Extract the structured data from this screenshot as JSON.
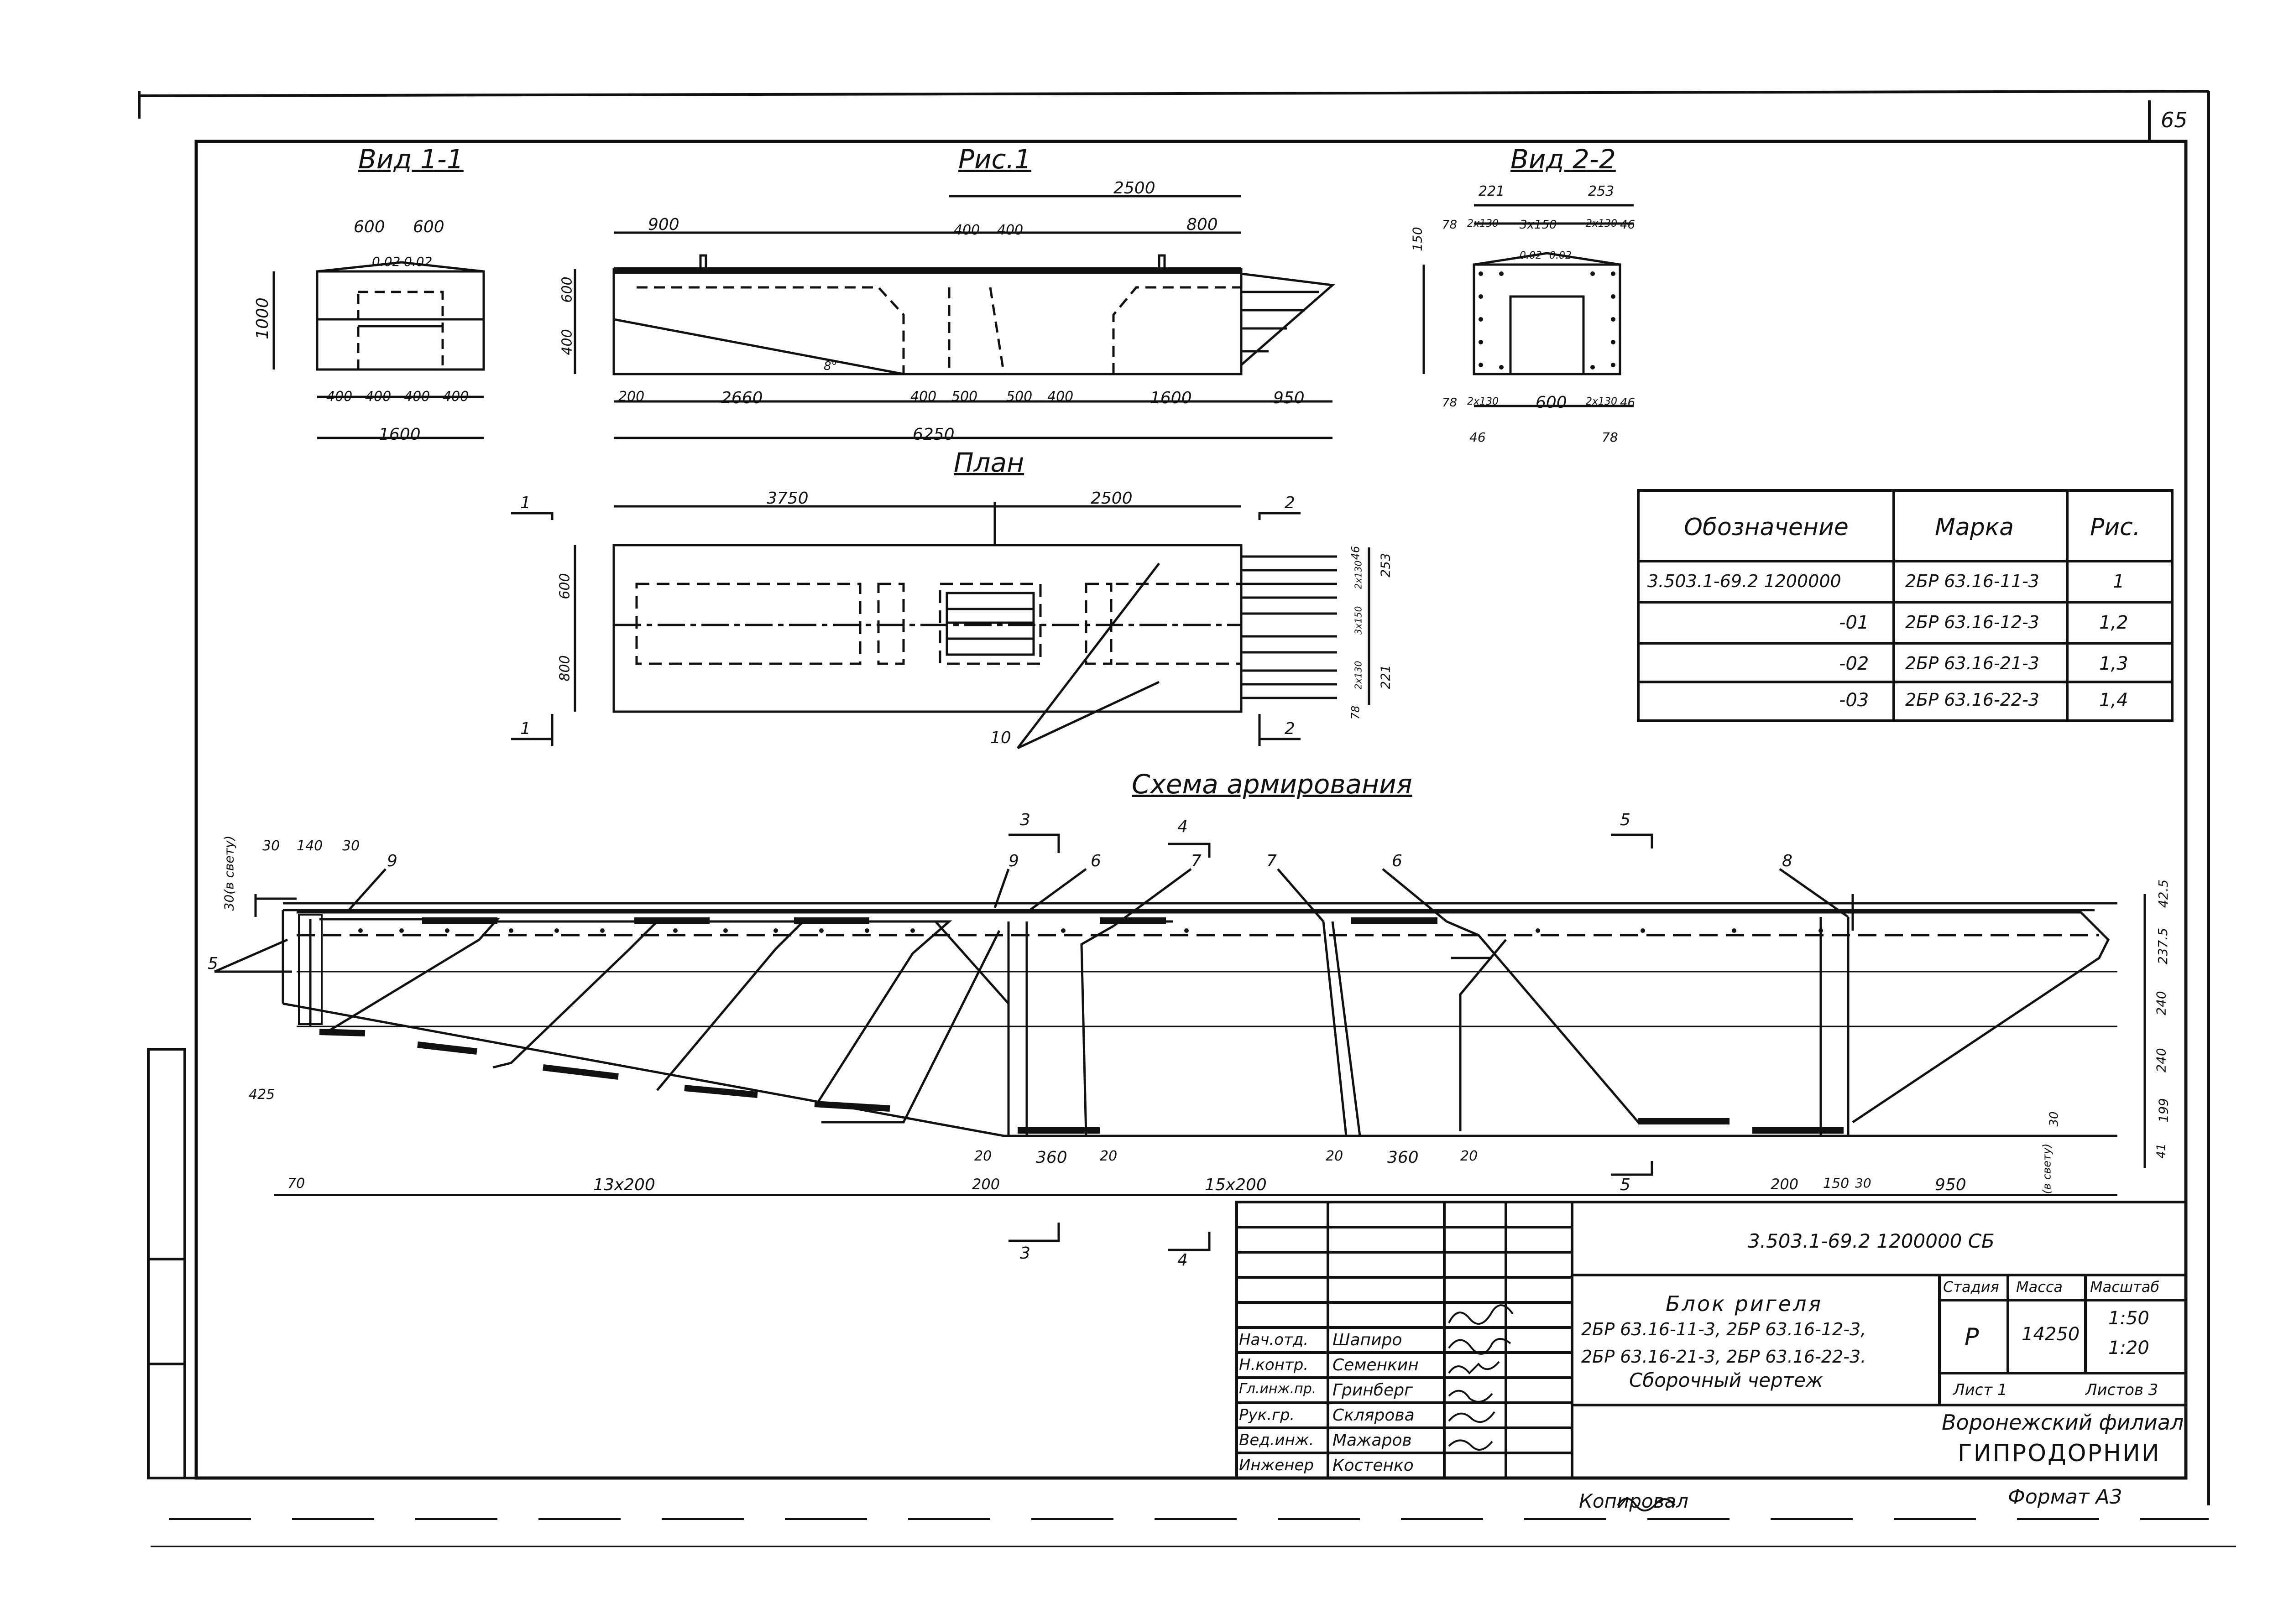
{
  "sheet_number": "65",
  "views": {
    "vid11": {
      "title": "Вид 1-1",
      "dims": {
        "top_a": "600",
        "top_b": "600",
        "s1": "0.02",
        "s2": "0.02",
        "h": "1000",
        "b1": "400",
        "b2": "400",
        "b3": "400",
        "b4": "400",
        "total": "1600"
      }
    },
    "ris1": {
      "title": "Рис.1",
      "dims": {
        "d2500": "2500",
        "d900": "900",
        "d400a": "400",
        "d400b": "400",
        "d800": "800",
        "h600": "600",
        "h400": "400",
        "angle": "8°",
        "b200": "200",
        "b2660": "2660",
        "b400": "400",
        "b500a": "500",
        "b500b": "500",
        "b400b": "400",
        "b1600": "1600",
        "b950": "950",
        "total": "6250"
      }
    },
    "vid22": {
      "title": "Вид 2-2",
      "dims": {
        "d221": "221",
        "d253": "253",
        "d150": "150",
        "d78": "78",
        "d2x130": "2x130",
        "d3x150": "3x150",
        "d2x130b": "2x130",
        "d46": "46",
        "s1": "0.02",
        "s2": "0.02",
        "b78": "78",
        "b2x130": "2x130",
        "b600": "600",
        "b2x130b": "2x130",
        "b46": "46",
        "bb46": "46",
        "bb78": "78"
      }
    },
    "plan": {
      "title": "План",
      "dims": {
        "d3750": "3750",
        "d2500": "2500",
        "h600": "600",
        "h800": "800",
        "sec1": "1",
        "sec2": "2",
        "r46": "46",
        "r2x130": "2x130",
        "r3x150": "3x150",
        "r2x130b": "2x130",
        "r78": "78",
        "r253": "253",
        "r221": "221",
        "callout": "10"
      }
    }
  },
  "spec_table": {
    "headers": [
      "Обозначение",
      "Марка",
      "Рис."
    ],
    "rows": [
      {
        "code": "3.503.1-69.2 1200000",
        "mark": "2БР 63.16-11-3",
        "fig": "1"
      },
      {
        "code": "-01",
        "mark": "2БР 63.16-12-3",
        "fig": "1,2"
      },
      {
        "code": "-02",
        "mark": "2БР 63.16-21-3",
        "fig": "1,3"
      },
      {
        "code": "-03",
        "mark": "2БР 63.16-22-3",
        "fig": "1,4"
      }
    ]
  },
  "reinforcement": {
    "title": "Схема армирования",
    "top": {
      "d30a": "30",
      "d140": "140",
      "d30b": "30",
      "clear": "30(в свету)"
    },
    "callouts": [
      "9",
      "9",
      "6",
      "7",
      "7",
      "6",
      "8",
      "5"
    ],
    "sections": {
      "s3": "3",
      "s4": "4",
      "s5": "5"
    },
    "left": {
      "d425": "425"
    },
    "right": {
      "r425": "42.5",
      "r2375": "237.5",
      "r240a": "240",
      "r240b": "240",
      "r199": "199",
      "r30": "30",
      "r41": "41",
      "clear": "(в свету)"
    },
    "bottom": {
      "b70": "70",
      "b13x200": "13x200",
      "b20a": "20",
      "b200a": "200",
      "b360a": "360",
      "b20b": "20",
      "b15x200": "15x200",
      "b20c": "20",
      "b360b": "360",
      "b20d": "20",
      "b200b": "200",
      "b150": "150",
      "b30": "30",
      "b950": "950"
    }
  },
  "title_block": {
    "doc_code": "3.503.1-69.2 1200000 СБ",
    "name_lines": [
      "Блок ригеля",
      "2БР 63.16-11-3, 2БР 63.16-12-3,",
      "2БР 63.16-21-3, 2БР 63.16-22-3.",
      "Сборочный чертеж"
    ],
    "roles": [
      {
        "role": "Нач.отд.",
        "name": "Шапиро"
      },
      {
        "role": "Н.контр.",
        "name": "Семенкин"
      },
      {
        "role": "Гл.инж.пр.",
        "name": "Гринберг"
      },
      {
        "role": "Рук.гр.",
        "name": "Склярова"
      },
      {
        "role": "Вед.инж.",
        "name": "Мажаров"
      },
      {
        "role": "Инженер",
        "name": "Костенко"
      }
    ],
    "stage_label": "Стадия",
    "mass_label": "Масса",
    "scale_label": "Масштаб",
    "stage": "Р",
    "mass": "14250",
    "scale1": "1:50",
    "scale2": "1:20",
    "sheet": "Лист 1",
    "sheets": "Листов 3",
    "org1": "Воронежский филиал",
    "org2": "ГИПРОДОРНИИ"
  },
  "footer": {
    "copied": "Копировал",
    "format": "Формат А3"
  }
}
